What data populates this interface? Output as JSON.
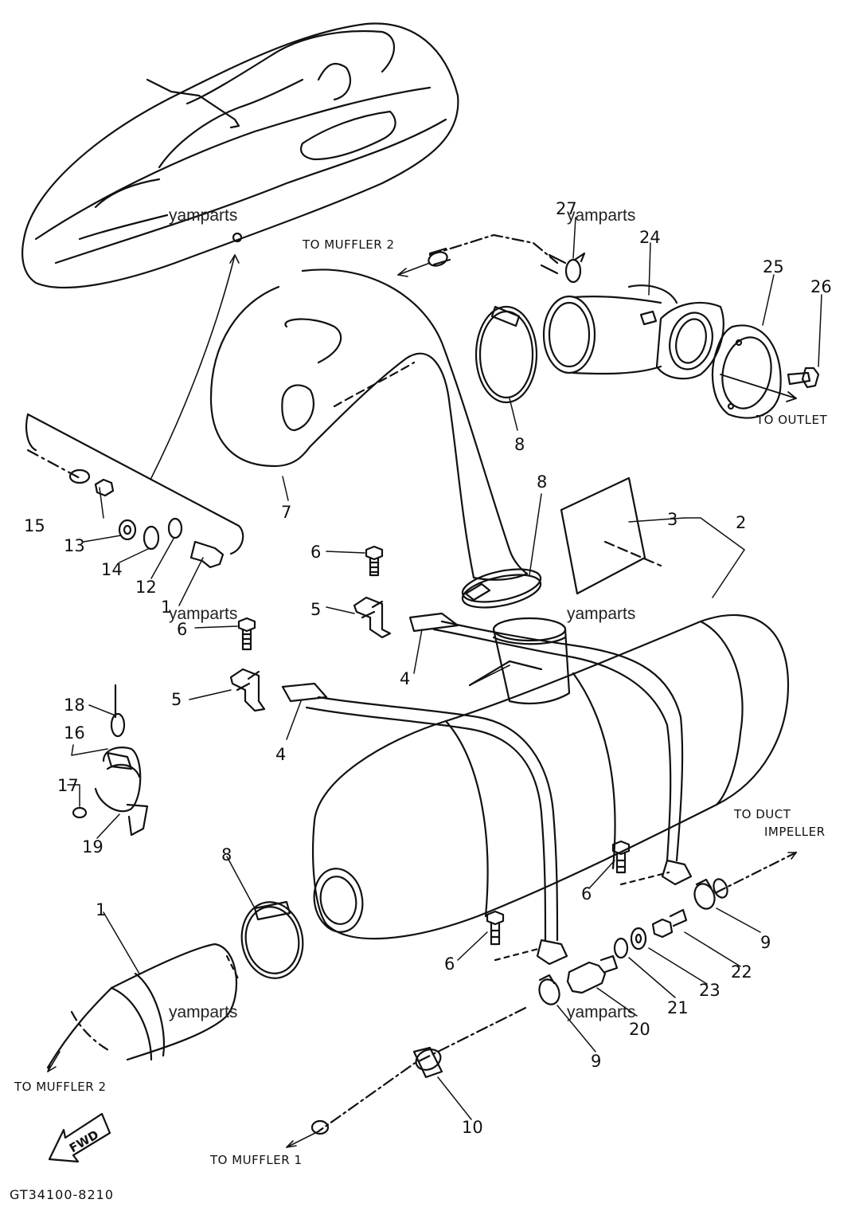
{
  "diagram": {
    "code": "GT34100-8210",
    "fwd": "FWD",
    "watermark": "yamparts",
    "destinations": {
      "muffler2_top": "TO MUFFLER 2",
      "outlet": "TO OUTLET",
      "duct_line1": "TO DUCT",
      "duct_line2": "IMPELLER",
      "muffler2_bottom": "TO MUFFLER 2",
      "muffler1": "TO MUFFLER 1"
    },
    "callouts": {
      "p1a": "1",
      "p1b": "1",
      "p2": "2",
      "p3": "3",
      "p4a": "4",
      "p4b": "4",
      "p5a": "5",
      "p5b": "5",
      "p6a": "6",
      "p6b": "6",
      "p6c": "6",
      "p6d": "6",
      "p7": "7",
      "p8a": "8",
      "p8b": "8",
      "p8c": "8",
      "p9a": "9",
      "p9b": "9",
      "p10": "10",
      "p12": "12",
      "p13": "13",
      "p14": "14",
      "p15": "15",
      "p16": "16",
      "p17": "17",
      "p18": "18",
      "p19": "19",
      "p20": "20",
      "p21": "21",
      "p22": "22",
      "p23": "23",
      "p24": "24",
      "p25": "25",
      "p26": "26",
      "p27": "27"
    }
  }
}
